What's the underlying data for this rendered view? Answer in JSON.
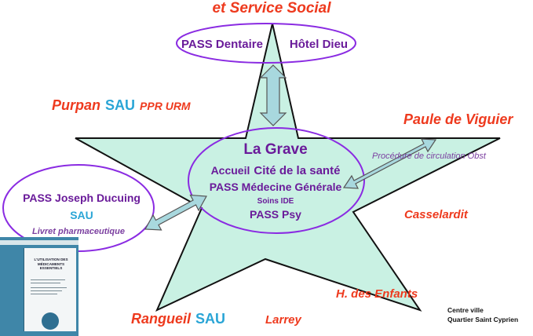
{
  "top": {
    "title": "et Service Social"
  },
  "oval_top": {
    "left": "PASS Dentaire",
    "right": "Hôtel Dieu"
  },
  "purpan": {
    "name": "Purpan",
    "sau": "SAU",
    "extra": "PPR URM"
  },
  "paule": {
    "name": "Paule de Viguier",
    "note": "Procédure de circulation Obst"
  },
  "center": {
    "title": "La Grave",
    "line1a": "Accueil",
    "line1b": "Cité de la santé",
    "line2": "PASS Médecine Générale",
    "line3": "Soins IDE",
    "line4": "PASS Psy"
  },
  "ducuing": {
    "name": "PASS Joseph Ducuing",
    "sau": "SAU",
    "note": "Livret pharmaceutique"
  },
  "casselardit": "Casselardit",
  "enfants": "H. des Enfants",
  "rangueil": {
    "name": "Rangueil",
    "sau": "SAU"
  },
  "larrey": "Larrey",
  "centre_ville": {
    "line1": "Centre ville",
    "line2": "Quartier Saint Cyprien"
  },
  "book": {
    "title_line1": "L'UTILISATION DES",
    "title_line2": "MÉDICAMENTS ESSENTIELS"
  },
  "colors": {
    "star_fill": "#c9f1e3",
    "red": "#ee3a1e",
    "blue": "#2aa5d6",
    "purple": "#6a1b9a",
    "arrow_fill": "#a8d8de"
  }
}
